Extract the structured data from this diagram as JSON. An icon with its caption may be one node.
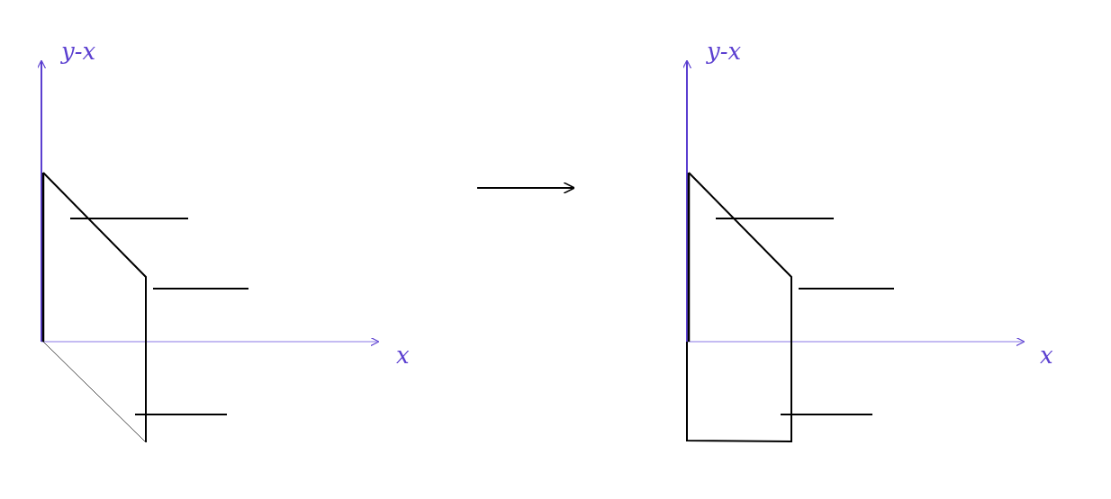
{
  "diagram": {
    "labels": [
      "y-x",
      "x",
      "y-x",
      "x"
    ]
  }
}
